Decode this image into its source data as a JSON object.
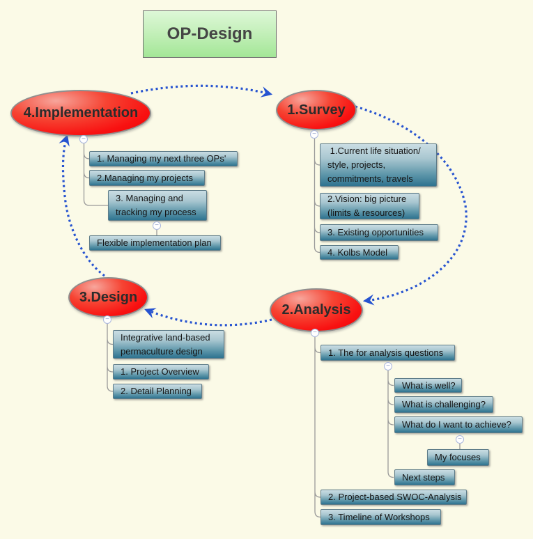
{
  "root": {
    "label": "OP-Design"
  },
  "branches": {
    "implementation": {
      "label": "4.Implementation",
      "children": [
        {
          "label": "1. Managing my next three OPs'"
        },
        {
          "label": "2.Managing my projects"
        },
        {
          "label": "3. Managing and\ntracking my process",
          "children": [
            {
              "label": "Flexible implementation plan"
            }
          ]
        }
      ]
    },
    "survey": {
      "label": "1.Survey",
      "children": [
        {
          "label": " 1.Current life situation/\nstyle, projects,\ncommitments, travels"
        },
        {
          "label": "2.Vision: big picture\n(limits & resources)"
        },
        {
          "label": "3. Existing opportunities"
        },
        {
          "label": "4. Kolbs Model"
        }
      ]
    },
    "design": {
      "label": "3.Design",
      "children": [
        {
          "label": "Integrative land-based\npermaculture design"
        },
        {
          "label": "1. Project Overview"
        },
        {
          "label": "2. Detail Planning"
        }
      ]
    },
    "analysis": {
      "label": "2.Analysis",
      "children": [
        {
          "label": "1. The for analysis questions",
          "children": [
            {
              "label": "What is well?"
            },
            {
              "label": "What is challenging?"
            },
            {
              "label": "What do I want to achieve?",
              "children": [
                {
                  "label": "My focuses"
                }
              ]
            },
            {
              "label": "Next steps"
            }
          ]
        },
        {
          "label": "2. Project-based SWOC-Analysis"
        },
        {
          "label": "3. Timeline of Workshops"
        }
      ]
    }
  },
  "connections": [
    {
      "from": "4.Implementation",
      "to": "1.Survey"
    },
    {
      "from": "1.Survey",
      "to": "2.Analysis"
    },
    {
      "from": "2.Analysis",
      "to": "3.Design"
    },
    {
      "from": "3.Design",
      "to": "4.Implementation"
    }
  ],
  "ui": {
    "collapse_glyph": "−"
  },
  "colors": {
    "background": "#fbfae7",
    "arrow_blue": "#2653d0",
    "node_red": "#f81111",
    "root_green": "#b9edae",
    "child_box_top": "#cadde3",
    "child_box_bottom": "#2e7390",
    "edge_gray": "#999999"
  }
}
